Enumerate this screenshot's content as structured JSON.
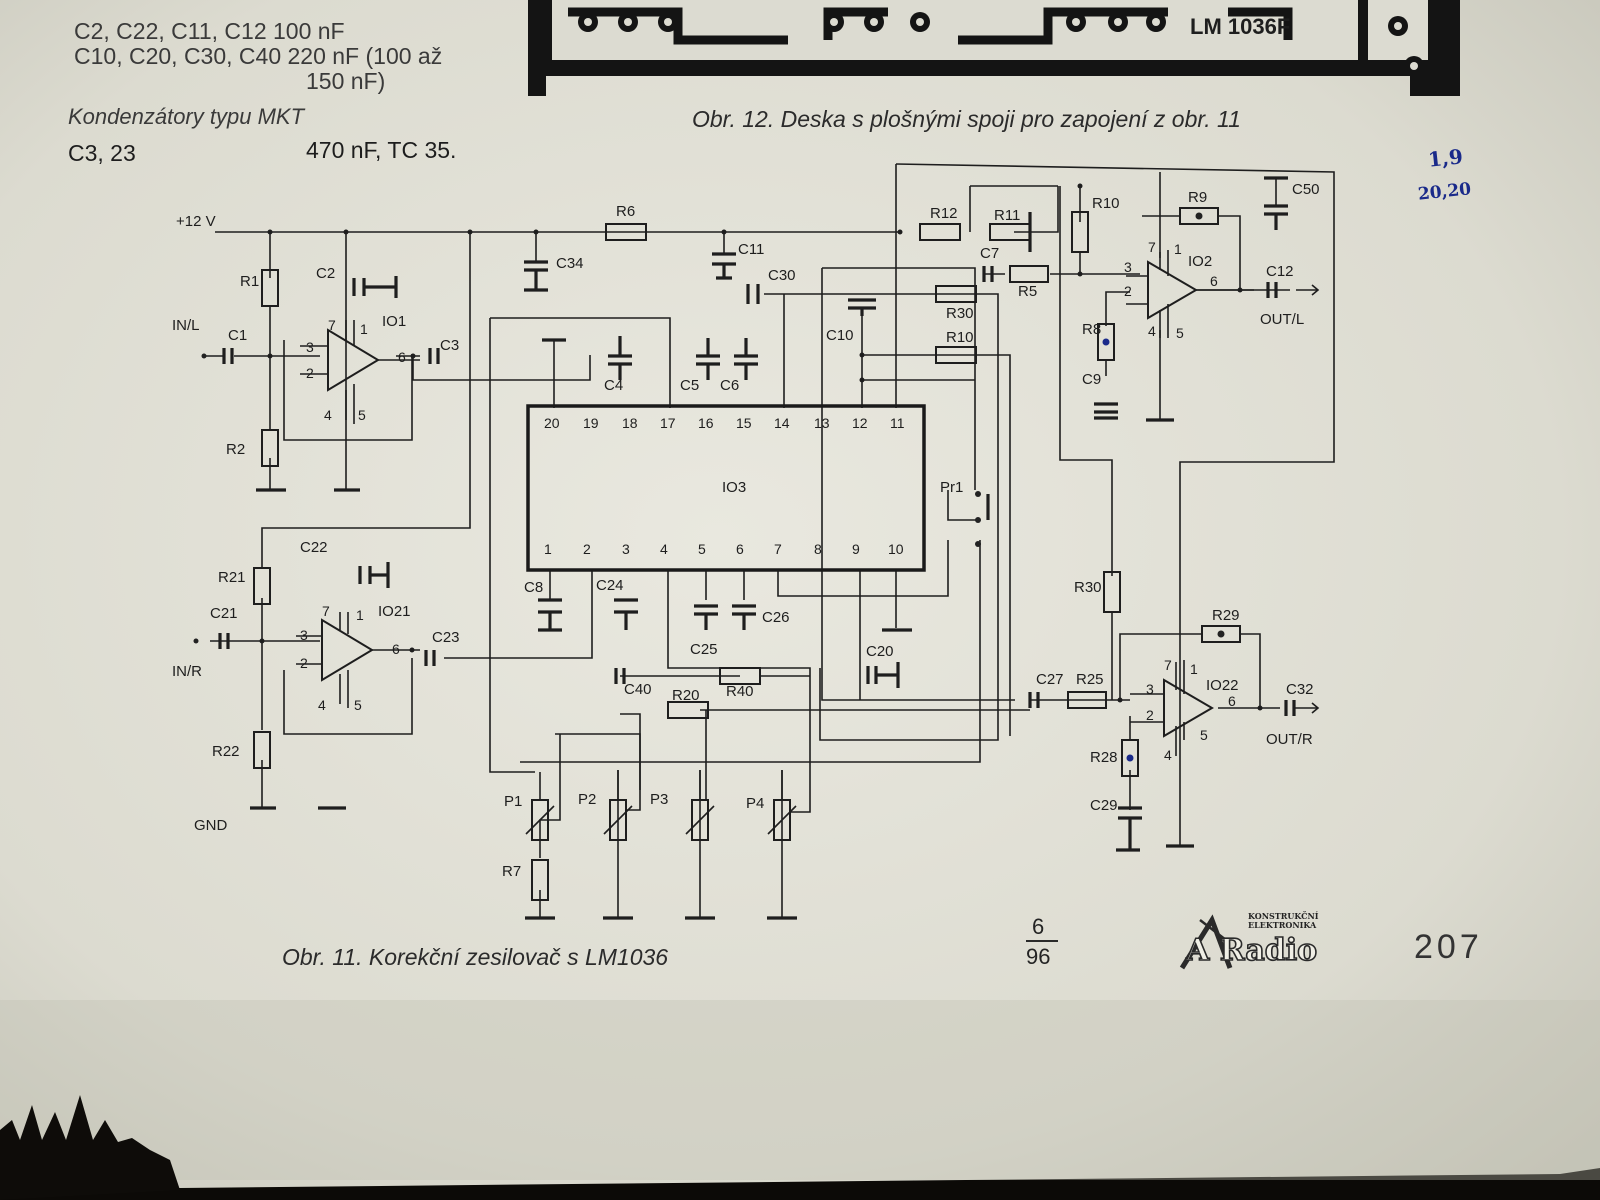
{
  "parts_list": {
    "line1": "C2, C22, C11, C12   100 nF",
    "line2": "C10, C20, C30, C40 220 nF (100 až",
    "line3": "150 nF)",
    "note": "Kondenzátory typu MKT",
    "row_label": "C3, 23",
    "row_value": "470 nF, TC 35."
  },
  "pcb": {
    "chip_label": "LM 1036F",
    "caption": "Obr. 12. Deska s plošnými spoji pro zapojení z obr. 11"
  },
  "handwritten_note": [
    "1,9",
    "20,20"
  ],
  "schematic": {
    "supply": "+12 V",
    "gnd": "GND",
    "in_l": "IN/L",
    "in_r": "IN/R",
    "out_l": "OUT/L",
    "out_r": "OUT/R",
    "ic_main": "IO3",
    "ic1": "IO1",
    "ic2": "IO2",
    "ic21": "IO21",
    "ic22": "IO22",
    "switch": "Pr1",
    "ic3_top_pins": [
      "20",
      "19",
      "18",
      "17",
      "16",
      "15",
      "14",
      "13",
      "12",
      "11"
    ],
    "ic3_bottom_pins": [
      "1",
      "2",
      "3",
      "4",
      "5",
      "6",
      "7",
      "8",
      "9",
      "10"
    ],
    "resistors": [
      "R1",
      "R2",
      "R21",
      "R22",
      "R6",
      "R12",
      "R11",
      "R10",
      "R9",
      "R5",
      "R8",
      "R30",
      "R10",
      "R30",
      "R29",
      "R25",
      "R28",
      "R20",
      "R40",
      "R7"
    ],
    "capacitors": [
      "C1",
      "C2",
      "C3",
      "C34",
      "C11",
      "C7",
      "C50",
      "C12",
      "C30",
      "C10",
      "C4",
      "C5",
      "C6",
      "C9",
      "C22",
      "C21",
      "C23",
      "C8",
      "C24",
      "C25",
      "C26",
      "C40",
      "C20",
      "C27",
      "C32",
      "C29"
    ],
    "pots": [
      "P1",
      "P2",
      "P3",
      "P4"
    ]
  },
  "figure_caption": "Obr. 11. Korekční zesilovač s LM1036",
  "issue": {
    "top": "6",
    "bottom": "96"
  },
  "logo": {
    "small": "KONSTRUKČNÍ ELEKTRONIKA",
    "main": "A Radio"
  },
  "page_number": "207"
}
